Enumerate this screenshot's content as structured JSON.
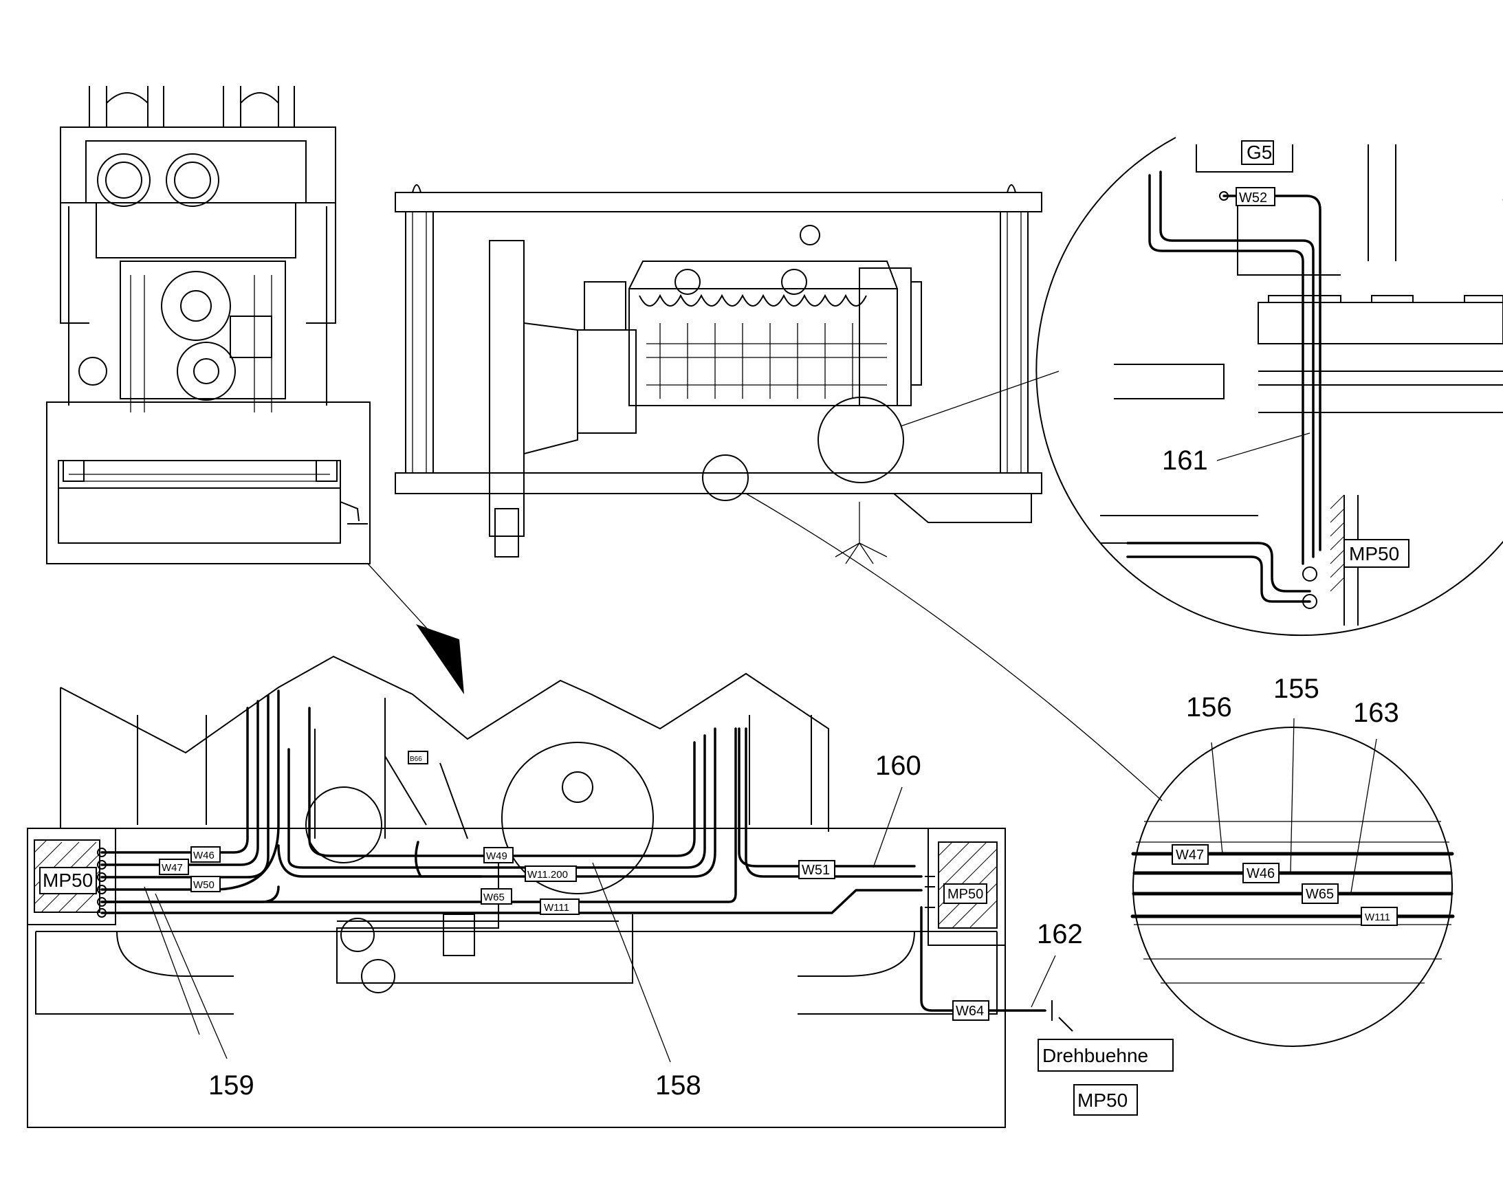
{
  "callouts": {
    "c155": "155",
    "c156": "156",
    "c158": "158",
    "c159": "159",
    "c160": "160",
    "c161": "161",
    "c162": "162",
    "c163": "163"
  },
  "cable_tags": {
    "w46_main": "W46",
    "w47_main": "W47",
    "w50_main": "W50",
    "w49_main": "W49",
    "w11200_main": "W11.200",
    "w65_main": "W65",
    "w111_main": "W111",
    "w51_main": "W51",
    "w64_main": "W64",
    "w52_detail": "W52",
    "w47_detail": "W47",
    "w46_detail": "W46",
    "w65_detail": "W65",
    "w111_detail": "W111",
    "b66": "B66"
  },
  "location_tags": {
    "mp50_left": "MP50",
    "mp50_right": "MP50",
    "mp50_detail": "MP50",
    "mp50_bottom": "MP50",
    "g5": "G5",
    "drehbuehne": "Drehbuehne"
  }
}
